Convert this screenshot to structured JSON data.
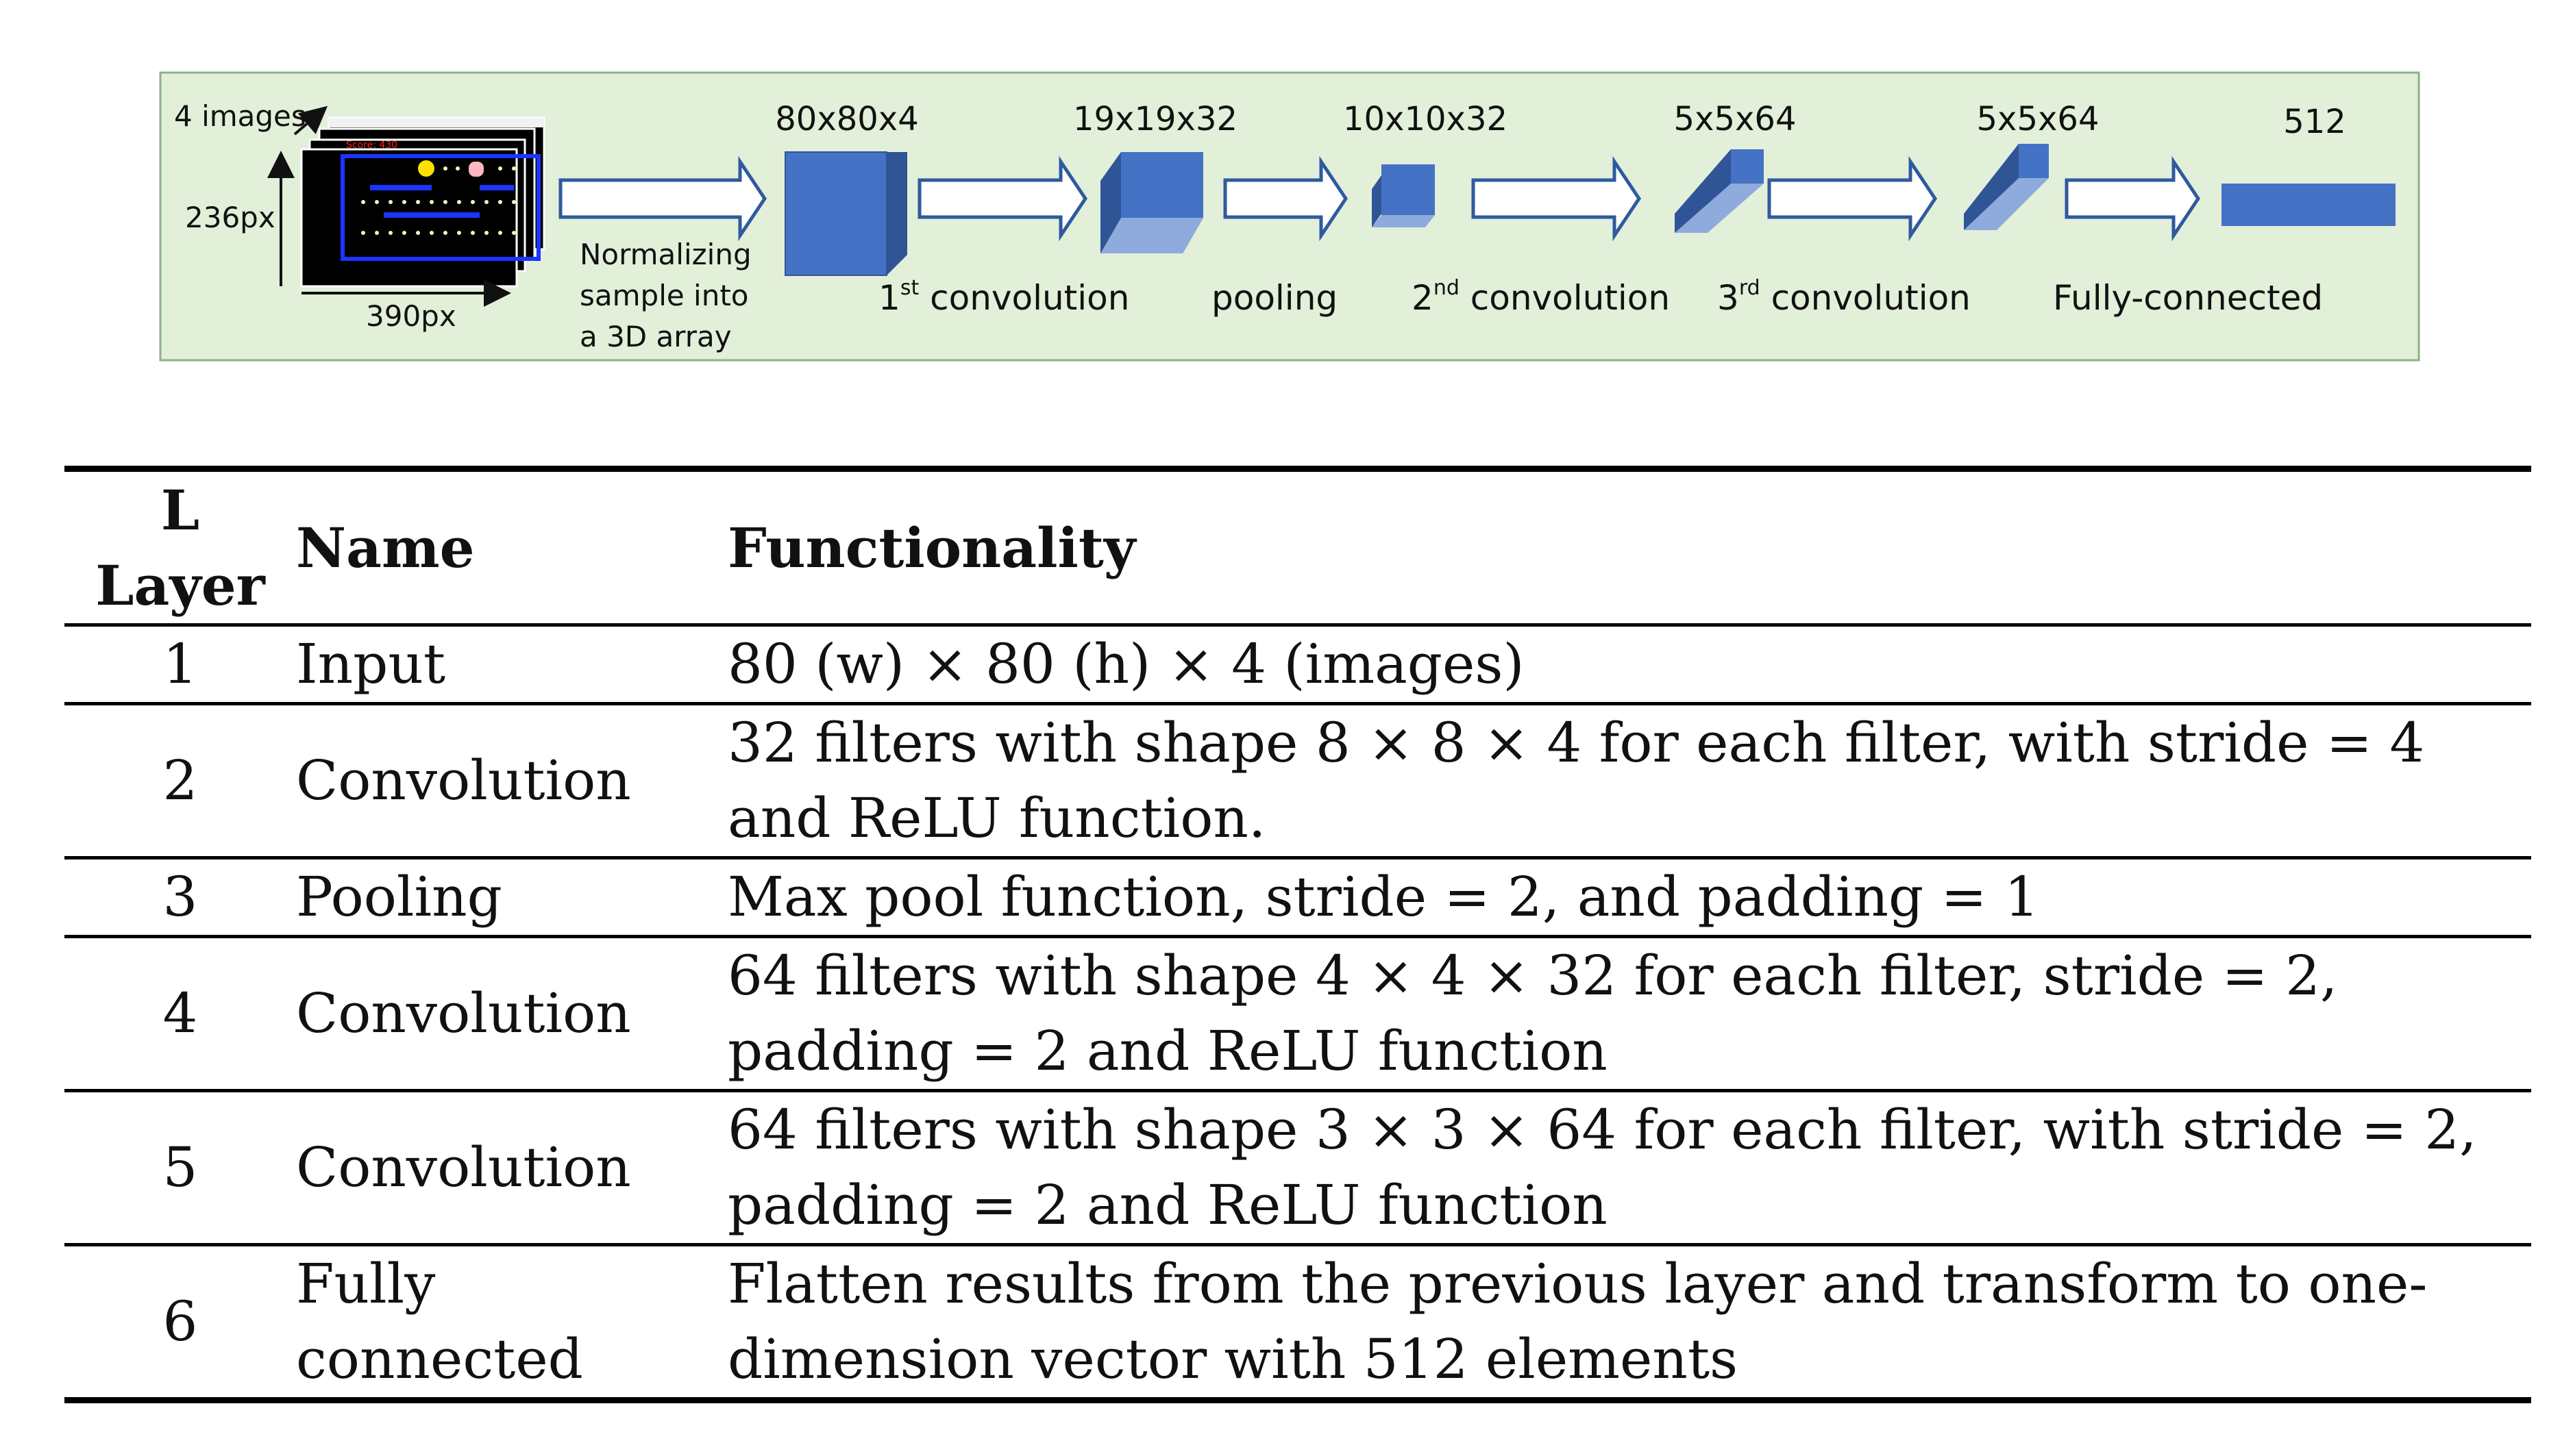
{
  "diagram": {
    "input_count_label": "4 images",
    "input_height_label": "236px",
    "input_width_label": "390px",
    "game_score_text": "Score: 430",
    "normalize_label": [
      "Normalizing",
      "sample into",
      "a 3D array"
    ],
    "dims": [
      "80x80x4",
      "19x19x32",
      "10x10x32",
      "5x5x64",
      "5x5x64",
      "512"
    ],
    "stages": [
      {
        "base": "1",
        "sup": "st",
        "text": " convolution"
      },
      {
        "base": "",
        "sup": "",
        "text": "pooling"
      },
      {
        "base": "2",
        "sup": "nd",
        "text": " convolution"
      },
      {
        "base": "3",
        "sup": "rd",
        "text": " convolution"
      },
      {
        "base": "",
        "sup": "",
        "text": "Fully-connected"
      }
    ],
    "colors": {
      "panel_bg": "#e2efd9",
      "panel_border": "#8fb08a",
      "block_front": "#4472c4",
      "block_dark": "#2f5597",
      "block_light": "#8faadc",
      "arrow_border": "#2e5a9e"
    }
  },
  "table": {
    "headers": {
      "layer_top": "L",
      "layer_bottom": "Layer",
      "name": "Name",
      "functionality": "Functionality"
    },
    "rows": [
      {
        "layer": "1",
        "name": "Input",
        "functionality": "80 (w) × 80 (h) × 4 (images)"
      },
      {
        "layer": "2",
        "name": "Convolution",
        "functionality": "32 filters with shape 8 × 8 × 4 for each filter, with stride = 4 and ReLU function."
      },
      {
        "layer": "3",
        "name": "Pooling",
        "functionality": "Max pool function, stride = 2, and padding = 1"
      },
      {
        "layer": "4",
        "name": "Convolution",
        "functionality": "64 filters with shape 4 × 4 × 32 for each filter, stride = 2, padding = 2 and ReLU function"
      },
      {
        "layer": "5",
        "name": "Convolution",
        "functionality": "64 filters with shape 3 × 3 × 64 for each filter, with stride = 2, padding = 2 and ReLU function"
      },
      {
        "layer": "6",
        "name": "Fully connected",
        "functionality": "Flatten results from the previous layer and transform to one-dimension vector with 512 elements"
      }
    ]
  }
}
